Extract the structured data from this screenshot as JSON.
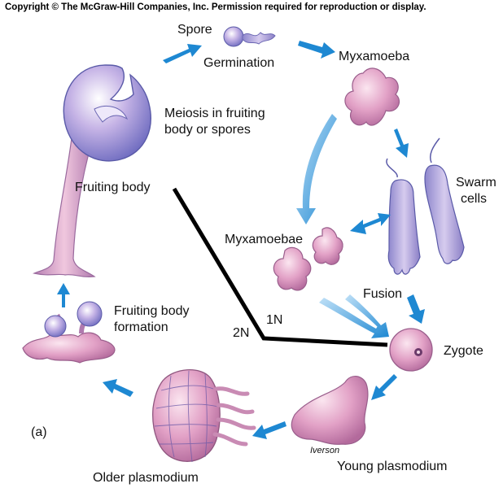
{
  "copyright": "Copyright © The McGraw-Hill Companies, Inc. Permission required for reproduction or display.",
  "panel_label": "(a)",
  "labels": {
    "spore": "Spore",
    "germination": "Germination",
    "myxamoeba": "Myxamoeba",
    "meiosis_line1": "Meiosis in fruiting",
    "meiosis_line2": "body or spores",
    "fruiting_body": "Fruiting body",
    "swarm_line1": "Swarm",
    "swarm_line2": "cells",
    "myxamoebae": "Myxamoebae",
    "fusion": "Fusion",
    "fruiting_formation_line1": "Fruiting body",
    "fruiting_formation_line2": "formation",
    "ploidy_1n": "1N",
    "ploidy_2n": "2N",
    "zygote": "Zygote",
    "artist": "Iverson",
    "young_plasmodium": "Young plasmodium",
    "older_plasmodium": "Older plasmodium"
  },
  "colors": {
    "arrow": "#1e88d2",
    "ploidy_line": "#000000",
    "cell_pink": "#e6a3c8",
    "cell_purple": "#9a8fd0"
  }
}
